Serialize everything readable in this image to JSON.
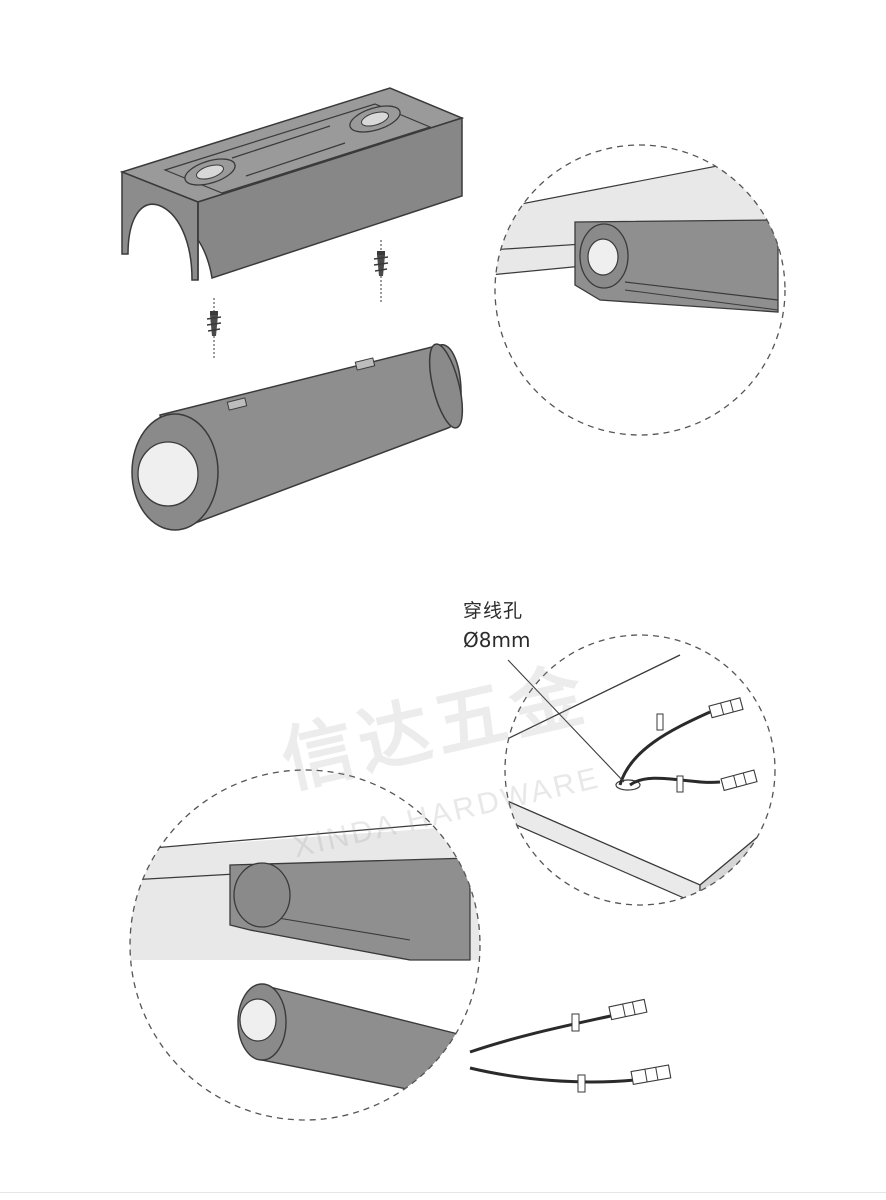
{
  "annotation": {
    "hole_label": "穿线孔",
    "hole_size": "Ø8mm"
  },
  "watermark": {
    "chinese": "信达五金",
    "english": "XINDA HARDWARE"
  },
  "colors": {
    "part_fill": "#8f8f8f",
    "part_stroke": "#3a3a3a",
    "board_fill": "#e8e8e8",
    "ball_fill": "#efefef",
    "dashed_circle": "#555555"
  }
}
